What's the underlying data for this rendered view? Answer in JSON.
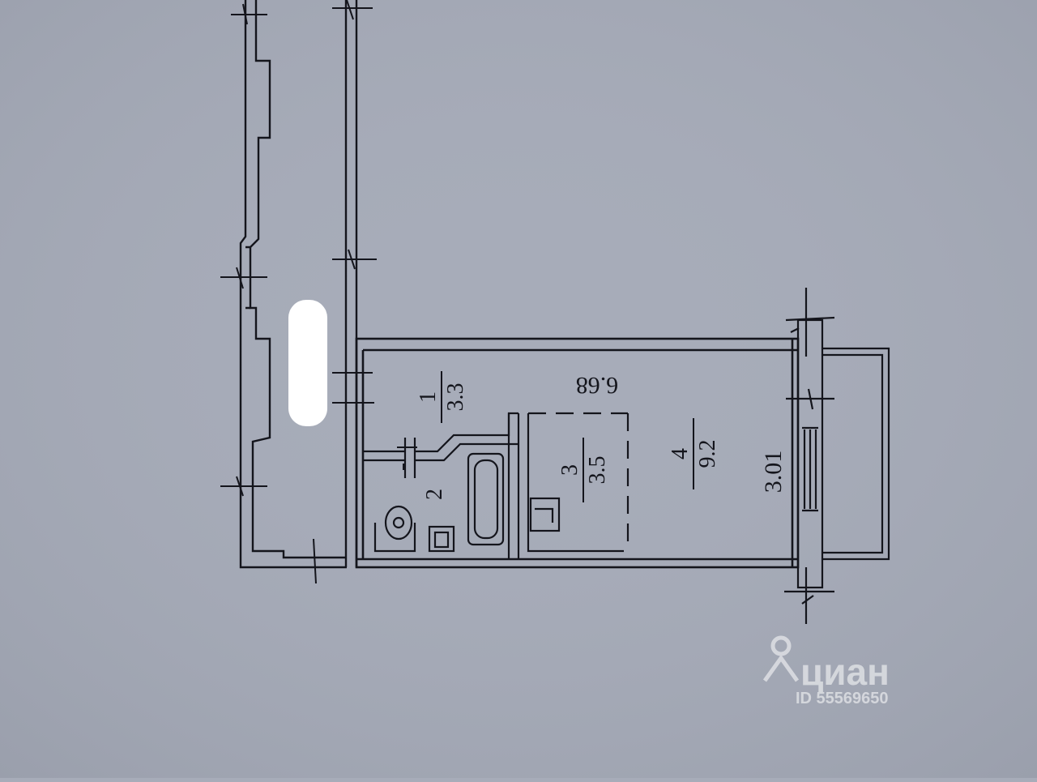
{
  "rooms": [
    {
      "number": "1",
      "area": "3.3"
    },
    {
      "number": "2"
    },
    {
      "number": "3",
      "area": "3.5"
    },
    {
      "number": "4",
      "area": "9.2"
    }
  ],
  "dimensions": {
    "length": "6.68",
    "width": "3.01"
  },
  "watermark": {
    "brand": "циан",
    "listing_id": "ID 55569650"
  },
  "colors": {
    "paper": "#a7acb9",
    "ink": "#14151c",
    "redaction": "#ffffff"
  }
}
